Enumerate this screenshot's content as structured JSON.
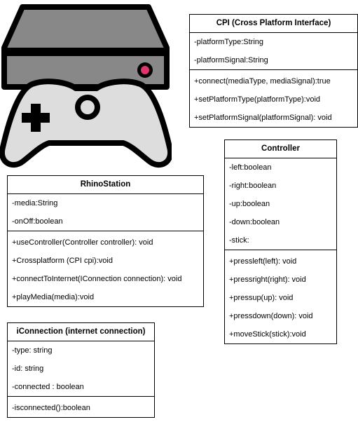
{
  "icon": {
    "name": "game-console-with-controller-icon"
  },
  "classes": {
    "cpi": {
      "title": "CPI (Cross Platform Interface)",
      "attributes": [
        "-platformType:String",
        "-platformSignal:String"
      ],
      "methods": [
        "+connect(mediaType, mediaSignal):true",
        "+setPlatformType(platformType):void",
        "+setPlatformSignal(platformSignal): void"
      ]
    },
    "controller": {
      "title": "Controller",
      "attributes": [
        "-left:boolean",
        "-right:boolean",
        "-up:boolean",
        "-down:boolean",
        "-stick:"
      ],
      "methods": [
        "+pressleft(left): void",
        "+pressright(right): void",
        "+pressup(up): void",
        "+pressdown(down): void",
        "+moveStick(stick):void"
      ]
    },
    "rhino": {
      "title": "RhinoStation",
      "attributes": [
        "-media:String",
        "-onOff:boolean"
      ],
      "methods": [
        "+useController(Controller controller): void",
        "+Crossplatform (CPI cpi):void",
        "+connectToInternet(IConnection connection): void",
        "+playMedia(media):void"
      ]
    },
    "iconnection": {
      "title": "iConnection (internet connection)",
      "attributes": [
        "-type: string",
        "-id: string",
        "-connected : boolean"
      ],
      "methods": [
        "-isconnected():boolean"
      ]
    }
  }
}
